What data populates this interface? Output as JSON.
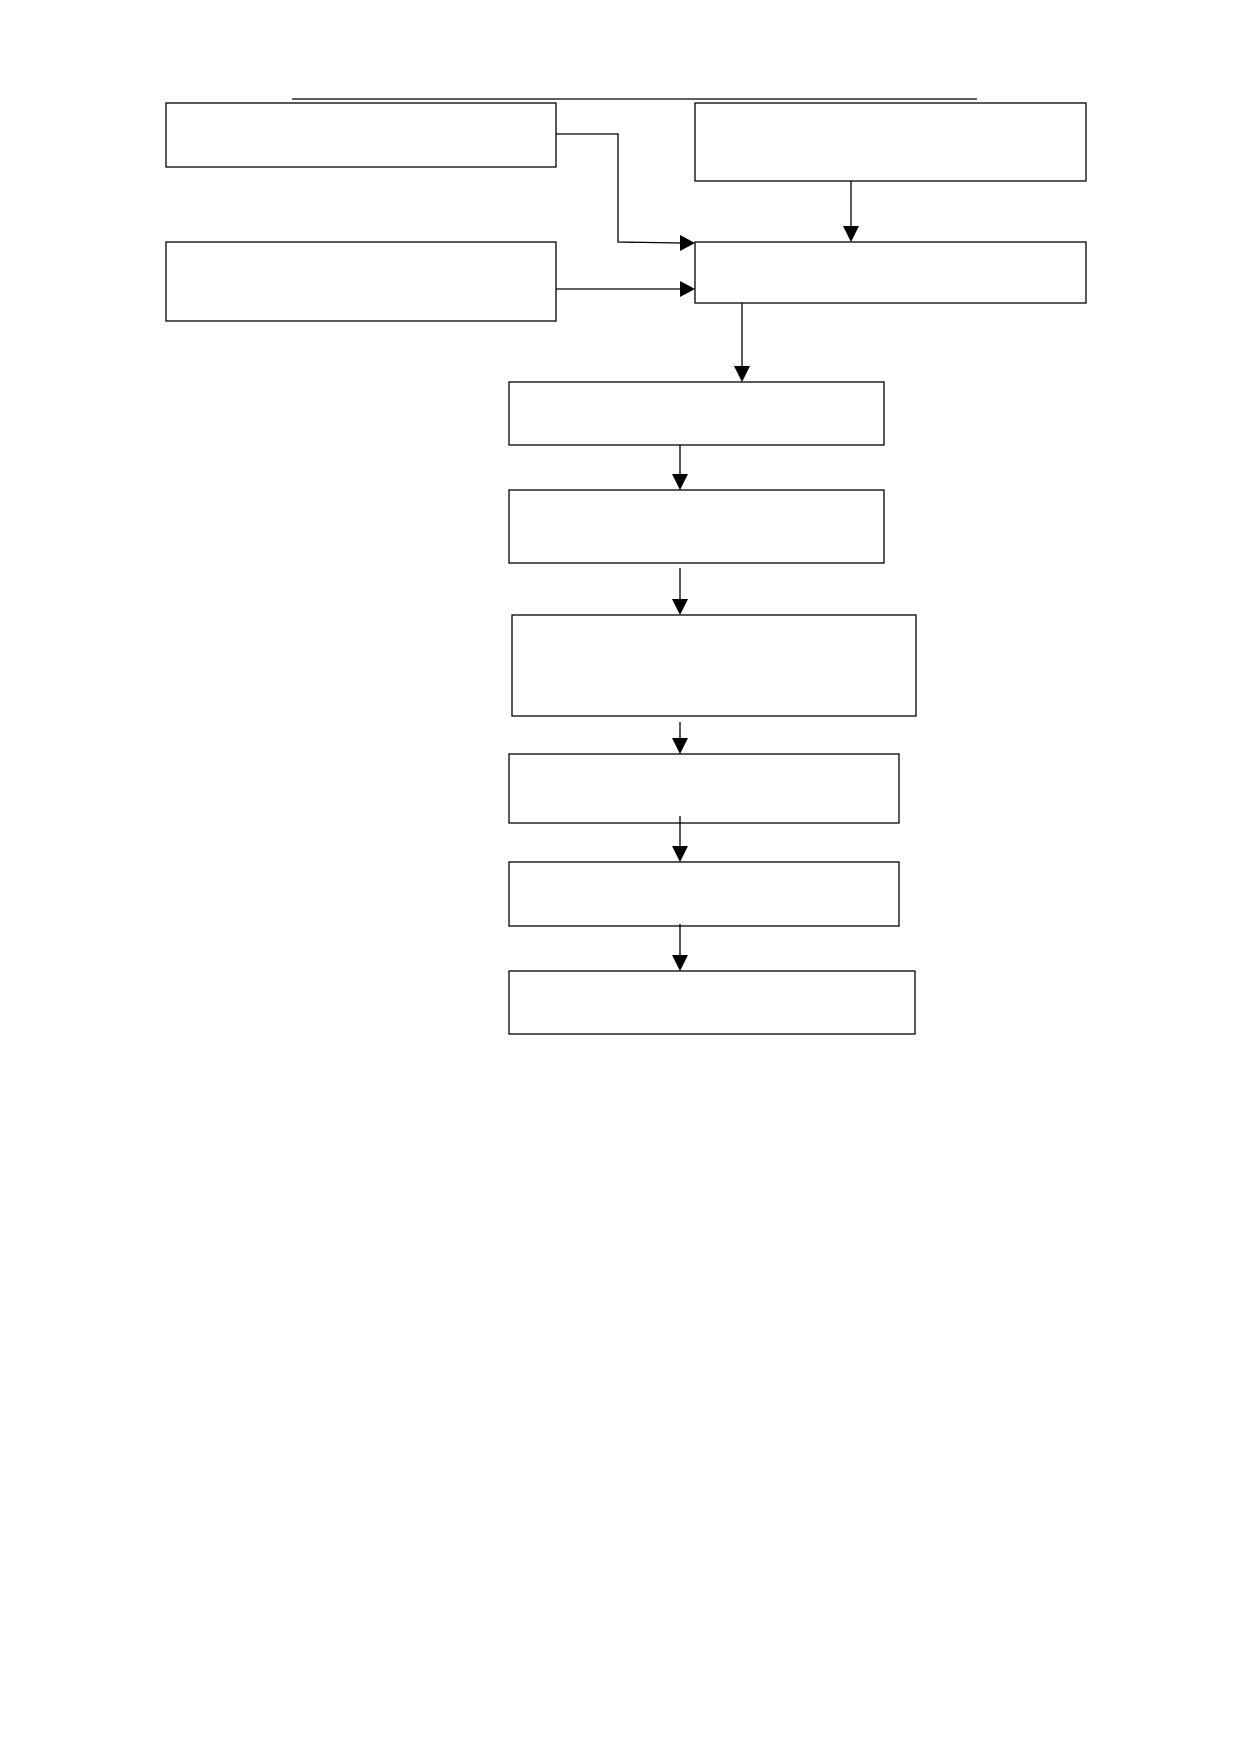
{
  "document": {
    "title": "",
    "boxes": [
      {
        "id": "box-top-left",
        "label": ""
      },
      {
        "id": "box-top-right",
        "label": ""
      },
      {
        "id": "box-mid-left",
        "label": ""
      },
      {
        "id": "box-merge",
        "label": ""
      },
      {
        "id": "box-step-1",
        "label": ""
      },
      {
        "id": "box-step-2",
        "label": ""
      },
      {
        "id": "box-step-3",
        "label": ""
      },
      {
        "id": "box-step-4",
        "label": ""
      },
      {
        "id": "box-step-5",
        "label": ""
      },
      {
        "id": "box-step-6",
        "label": ""
      }
    ]
  },
  "colors": {
    "stroke": "#000000",
    "background": "#ffffff"
  }
}
